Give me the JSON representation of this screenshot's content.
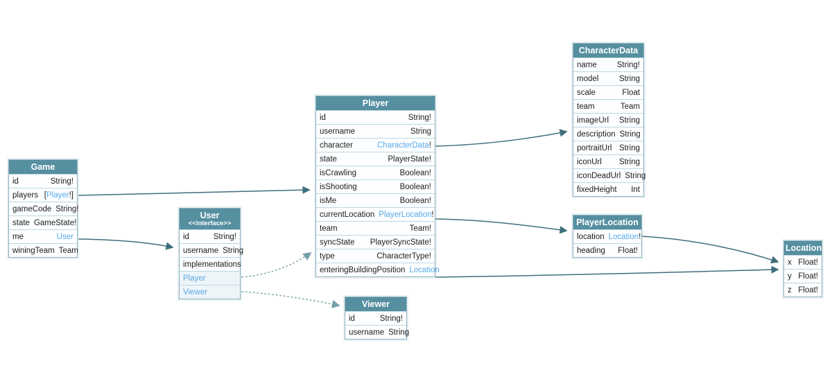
{
  "colors": {
    "header_bg": "#568fa0",
    "header_text": "#ffffff",
    "link": "#58a8e8",
    "edge_solid": "#3e6e7b",
    "edge_dotted": "#85a9b3",
    "row_bg": "#fcfeff",
    "table_border": "#8fb0bd"
  },
  "tables": [
    {
      "id": "game",
      "title": "Game",
      "rows": [
        {
          "name": "id",
          "type": "String!"
        },
        {
          "name": "players",
          "type_prefix": "[",
          "type_link": "Player",
          "type_suffix": "!]"
        },
        {
          "name": "gameCode",
          "type": "String!"
        },
        {
          "name": "state",
          "type": "GameState!"
        },
        {
          "name": "me",
          "type_link": "User"
        },
        {
          "name": "winingTeam",
          "type": "Team"
        }
      ]
    },
    {
      "id": "user",
      "title": "User",
      "subtitle": "<<interface>>",
      "rows": [
        {
          "name": "id",
          "type": "String!"
        },
        {
          "name": "username",
          "type": "String"
        },
        {
          "name": "implementations",
          "divider": true
        },
        {
          "name": "Player",
          "impl_link": true
        },
        {
          "name": "Viewer",
          "impl_link": true
        }
      ]
    },
    {
      "id": "player",
      "title": "Player",
      "rows": [
        {
          "name": "id",
          "type": "String!"
        },
        {
          "name": "username",
          "type": "String"
        },
        {
          "name": "character",
          "type_link": "CharacterData",
          "type_suffix": "!"
        },
        {
          "name": "state",
          "type": "PlayerState!"
        },
        {
          "name": "isCrawling",
          "type": "Boolean!"
        },
        {
          "name": "isShooting",
          "type": "Boolean!"
        },
        {
          "name": "isMe",
          "type": "Boolean!"
        },
        {
          "name": "currentLocation",
          "type_link": "PlayerLocation",
          "type_suffix": "!"
        },
        {
          "name": "team",
          "type": "Team!"
        },
        {
          "name": "syncState",
          "type": "PlayerSyncState!"
        },
        {
          "name": "type",
          "type": "CharacterType!"
        },
        {
          "name": "enteringBuildingPosition",
          "type_link": "Location"
        }
      ]
    },
    {
      "id": "viewer",
      "title": "Viewer",
      "rows": [
        {
          "name": "id",
          "type": "String!"
        },
        {
          "name": "username",
          "type": "String"
        }
      ]
    },
    {
      "id": "characterdata",
      "title": "CharacterData",
      "rows": [
        {
          "name": "name",
          "type": "String!"
        },
        {
          "name": "model",
          "type": "String"
        },
        {
          "name": "scale",
          "type": "Float"
        },
        {
          "name": "team",
          "type": "Team"
        },
        {
          "name": "imageUrl",
          "type": "String"
        },
        {
          "name": "description",
          "type": "String"
        },
        {
          "name": "portraitUrl",
          "type": "String"
        },
        {
          "name": "iconUrl",
          "type": "String"
        },
        {
          "name": "iconDeadUrl",
          "type": "String"
        },
        {
          "name": "fixedHeight",
          "type": "Int"
        }
      ]
    },
    {
      "id": "playerlocation",
      "title": "PlayerLocation",
      "rows": [
        {
          "name": "location",
          "type_link": "Location",
          "type_suffix": "!"
        },
        {
          "name": "heading",
          "type": "Float!"
        }
      ]
    },
    {
      "id": "location",
      "title": "Location",
      "rows": [
        {
          "name": "x",
          "type": "Float!"
        },
        {
          "name": "y",
          "type": "Float!"
        },
        {
          "name": "z",
          "type": "Float!"
        }
      ]
    }
  ],
  "edges": [
    {
      "name": "game-players-to-player",
      "from": "Game.players",
      "to": "Player",
      "style": "solid"
    },
    {
      "name": "game-me-to-user",
      "from": "Game.me",
      "to": "User",
      "style": "solid"
    },
    {
      "name": "player-character-to-characterdata",
      "from": "Player.character",
      "to": "CharacterData",
      "style": "solid"
    },
    {
      "name": "player-currentlocation-to-playerlocation",
      "from": "Player.currentLocation",
      "to": "PlayerLocation",
      "style": "solid"
    },
    {
      "name": "player-enteringbuildingposition-to-location",
      "from": "Player.enteringBuildingPosition",
      "to": "Location",
      "style": "solid"
    },
    {
      "name": "playerlocation-location-to-location",
      "from": "PlayerLocation.location",
      "to": "Location",
      "style": "solid"
    },
    {
      "name": "user-implementation-player",
      "from": "User.Player",
      "to": "Player",
      "style": "dotted"
    },
    {
      "name": "user-implementation-viewer",
      "from": "User.Viewer",
      "to": "Viewer",
      "style": "dotted"
    }
  ]
}
